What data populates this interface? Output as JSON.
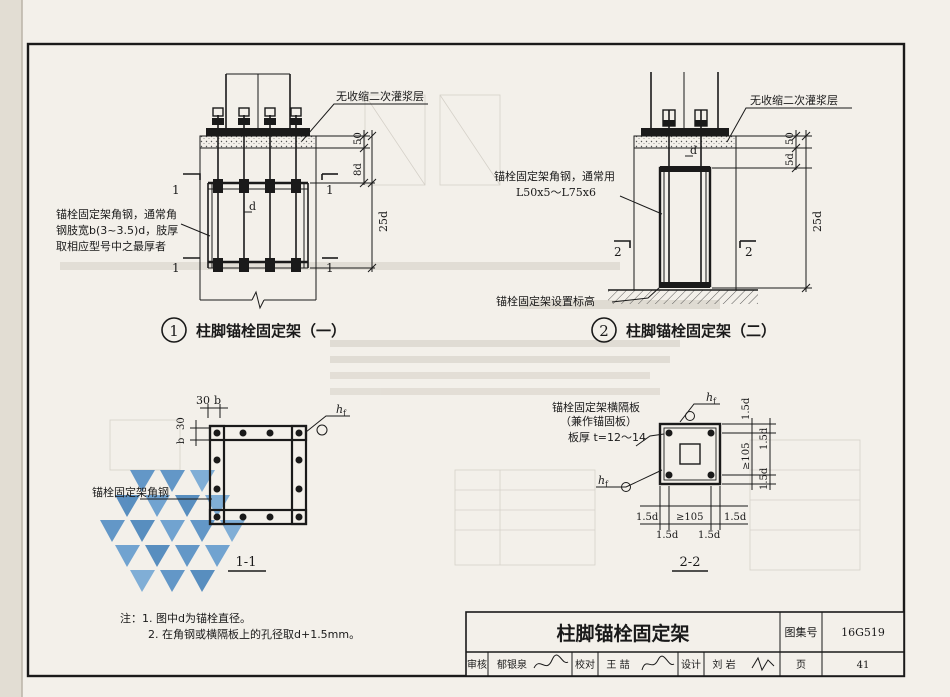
{
  "figure1": {
    "grout_label": "无收缩二次灌浆层",
    "angle_note": [
      "锚栓固定架角钢，通常角",
      "钢肢宽b(3~3.5)d，肢厚",
      "取相应型号中之最厚者"
    ],
    "dim_50": "50",
    "dim_8d": "8d",
    "dim_25d": "25d",
    "dim_d": "d",
    "section_marks": [
      "1",
      "1",
      "1",
      "1"
    ],
    "number": "1",
    "title": "柱脚锚栓固定架（一）"
  },
  "figure2": {
    "grout_label": "无收缩二次灌浆层",
    "angle_note": [
      "锚栓固定架角钢，通常用",
      "L50x5～L75x6"
    ],
    "elev_label": "锚栓固定架设置标高",
    "dim_50": "50",
    "dim_5d": "5d",
    "dim_25d": "25d",
    "dim_d": "d",
    "section_marks": [
      "2",
      "2"
    ],
    "number": "2",
    "title": "柱脚锚栓固定架（二）"
  },
  "section11": {
    "dim_30a": "30",
    "dim_b": "b",
    "dim_b2": "b",
    "dim_30b": "30",
    "hf": "h",
    "hf_sub": "f",
    "angle_label": "锚栓固定架角钢",
    "caption": "1-1"
  },
  "section22": {
    "plate_note": [
      "锚栓固定架横隔板",
      "（兼作锚固板）",
      "板厚 t=12～14"
    ],
    "hf": "h",
    "hf_sub": "f",
    "dims_bottom": [
      "1.5d",
      "≥105",
      "1.5d"
    ],
    "dims_bottom2": [
      "1.5d",
      "1.5d"
    ],
    "dims_right": [
      "1.5d",
      "1.5d",
      "≥105",
      "1.5d"
    ],
    "caption": "2-2"
  },
  "notes": {
    "line1": "注：1. 图中d为锚栓直径。",
    "line2": "2. 在角钢或横隔板上的孔径取d+1.5mm。"
  },
  "title_block": {
    "title": "柱脚锚栓固定架",
    "atlas_label": "图集号",
    "atlas_no": "16G519",
    "review_label": "审核",
    "review_name": "郁银泉",
    "check_label": "校对",
    "check_name": "王 喆",
    "design_label": "设计",
    "design_name": "刘 岩",
    "page_label": "页",
    "page_no": "41"
  }
}
